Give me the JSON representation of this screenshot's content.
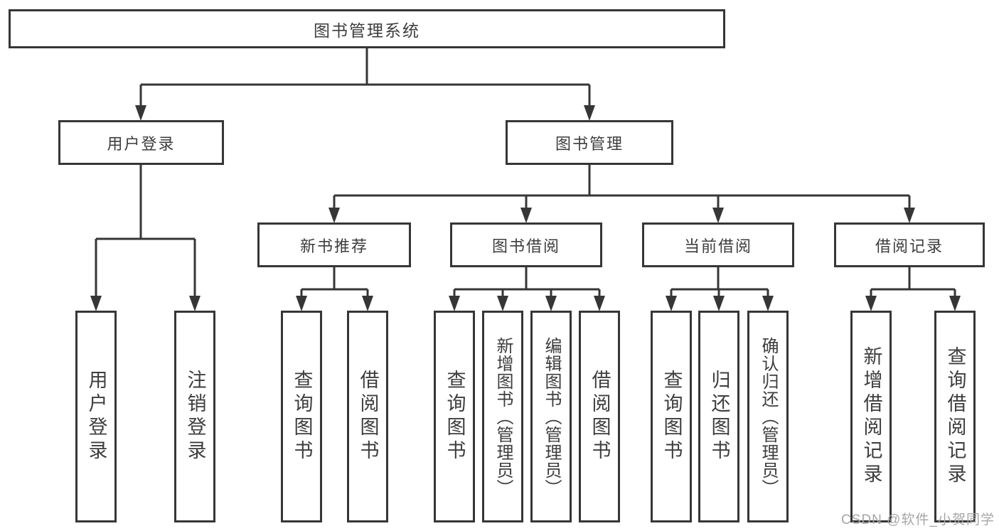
{
  "tree": {
    "label": "图书管理系统",
    "children": [
      {
        "label": "用户登录",
        "children": [
          {
            "label": "用户登录"
          },
          {
            "label": "注销登录"
          }
        ]
      },
      {
        "label": "图书管理",
        "children": [
          {
            "label": "新书推荐",
            "children": [
              {
                "label": "查询图书"
              },
              {
                "label": "借阅图书"
              }
            ]
          },
          {
            "label": "图书借阅",
            "children": [
              {
                "label": "查询图书"
              },
              {
                "label": "新增图书（管理员）"
              },
              {
                "label": "编辑图书（管理员）"
              },
              {
                "label": "借阅图书"
              }
            ]
          },
          {
            "label": "当前借阅",
            "children": [
              {
                "label": "查询图书"
              },
              {
                "label": "归还图书"
              },
              {
                "label": "确认归还（管理员）"
              }
            ]
          },
          {
            "label": "借阅记录",
            "children": [
              {
                "label": "新增借阅记录"
              },
              {
                "label": "查询借阅记录"
              }
            ]
          }
        ]
      }
    ]
  },
  "watermark": {
    "text": "CSDN @软件_小贺同学"
  },
  "colors": {
    "line": "#363636",
    "box_border": "#363636",
    "box_fill": "#ffffff",
    "text": "#3d3d3d",
    "background": "#ffffff",
    "watermark": "#a6a6a6"
  }
}
